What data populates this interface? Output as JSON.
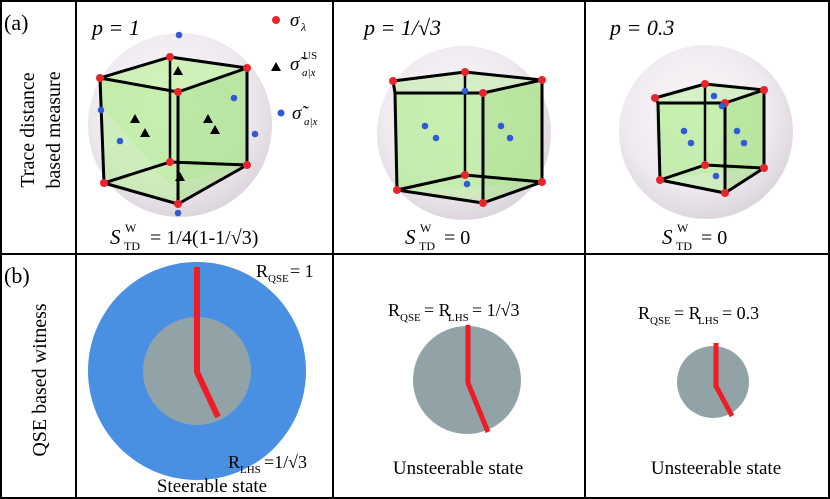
{
  "labels": {
    "panel_a": "(a)",
    "panel_b": "(b)",
    "row_a_line1": "Trace distance",
    "row_a_line2": "based measure",
    "row_b": "QSE based witness"
  },
  "legend": {
    "sigma_lambda": "σ",
    "sigma_lambda_sub": "λ",
    "sigma_us": "σ̃",
    "sigma_us_sub": "a|x",
    "sigma_us_sup": "US",
    "sigma_ax": "σ̃",
    "sigma_ax_sub": "a|x"
  },
  "panels_a": [
    {
      "p_label": "p = 1",
      "s_text": "= 1/4(1-1/√3)"
    },
    {
      "p_label": "p = 1/√3",
      "s_text": "= 0"
    },
    {
      "p_label": "p = 0.3",
      "s_text": "= 0"
    }
  ],
  "s_symbol": {
    "main": "S",
    "sub": "TD",
    "sup": "W"
  },
  "panels_b": [
    {
      "top_text": "= 1",
      "bottom_text": "Steerable state",
      "lhs_text": "=1/√3"
    },
    {
      "top_mid": "= R",
      "top_end": "= 1/√3",
      "bottom_text": "Unsteerable state"
    },
    {
      "top_mid": "= R",
      "top_end": "= 0.3",
      "bottom_text": "Unsteerable state"
    }
  ],
  "r_symbols": {
    "main": "R",
    "qse": "QSE",
    "lhs": "LHS"
  },
  "colors": {
    "red_dot": "#e8252b",
    "blue_dot": "#2f5bd8",
    "cube_fill": "#b8ec9a",
    "outer_ring": "#4a90e2",
    "inner_disk": "#92a3a8",
    "hand": "#ee1c25"
  }
}
